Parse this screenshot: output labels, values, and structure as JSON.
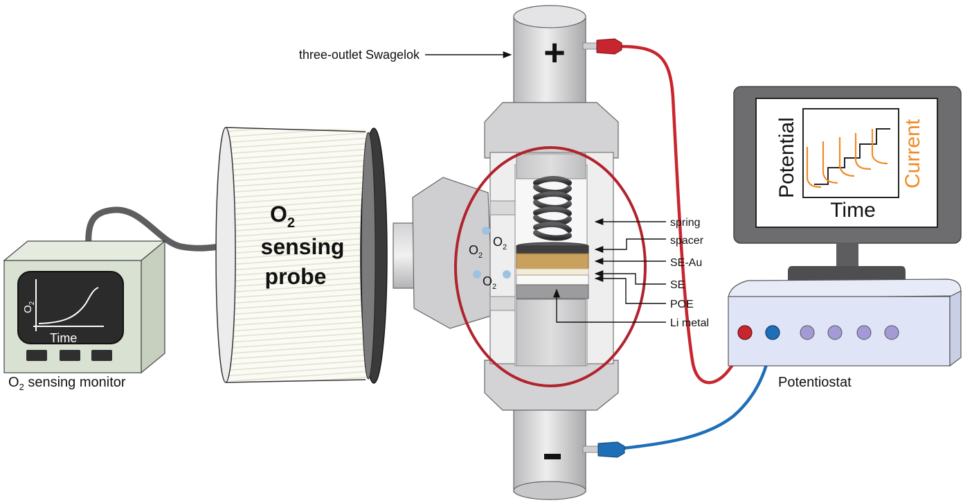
{
  "labels": {
    "swagelok": "three-outlet Swagelok",
    "plus": "+",
    "minus": "-",
    "spring": "spring",
    "spacer": "spacer",
    "se_au": "SE-Au",
    "se": "SE",
    "poe": "POE",
    "li_metal": "Li metal",
    "probe_o": "O",
    "probe_sub": "2",
    "probe_line2": "sensing",
    "probe_line3": "probe",
    "monitor_o": "O",
    "monitor_sub": "2",
    "monitor_rest": " sensing monitor",
    "monitor_axis_o": "O",
    "monitor_axis_sub": "2",
    "monitor_axis_time": "Time",
    "gas_o": "O",
    "gas_sub": "2",
    "potentiostat": "Potentiostat",
    "screen_potential": "Potential",
    "screen_current": "Current",
    "screen_time": "Time"
  },
  "colors": {
    "positive_lead": "#c8262e",
    "negative_lead": "#1f6fb8",
    "cell_outline": "#b1232d",
    "current_trace": "#f08a24",
    "se_au_layer": "#c9a05c",
    "bubble": "#9ec3e0"
  }
}
